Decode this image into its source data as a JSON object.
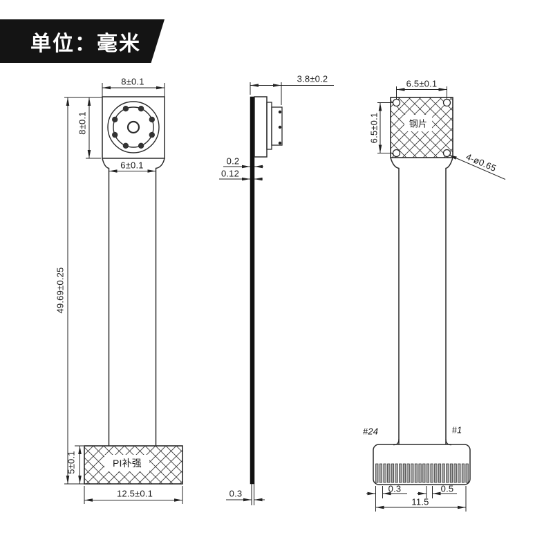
{
  "unit_banner": {
    "label": "单位：毫米"
  },
  "front_view": {
    "dim_module_width": "8±0.1",
    "dim_module_height": "8±0.1",
    "dim_neck_width": "6±0.1",
    "dim_total_length": "49.69±0.25",
    "dim_stiffener_height": "5±0.1",
    "dim_stiffener_width": "12.5±0.1",
    "stiffener_label": "PI补强"
  },
  "side_view": {
    "dim_total_thickness": "3.8±0.2",
    "dim_thickness_upper": "0.2",
    "dim_thickness_lower": "0.12",
    "dim_tail_thickness": "0.3"
  },
  "back_view": {
    "dim_hole_spacing_h": "6.5±0.1",
    "dim_hole_spacing_v": "6.5±0.1",
    "steel_label": "钢片",
    "holes_callout": "4-ø0.65",
    "pin_last": "#24",
    "pin_first": "#1",
    "pin_count": 24,
    "dim_finger_width": "0.3",
    "dim_finger_pitch": "0.5",
    "dim_connector_width": "11.5"
  }
}
